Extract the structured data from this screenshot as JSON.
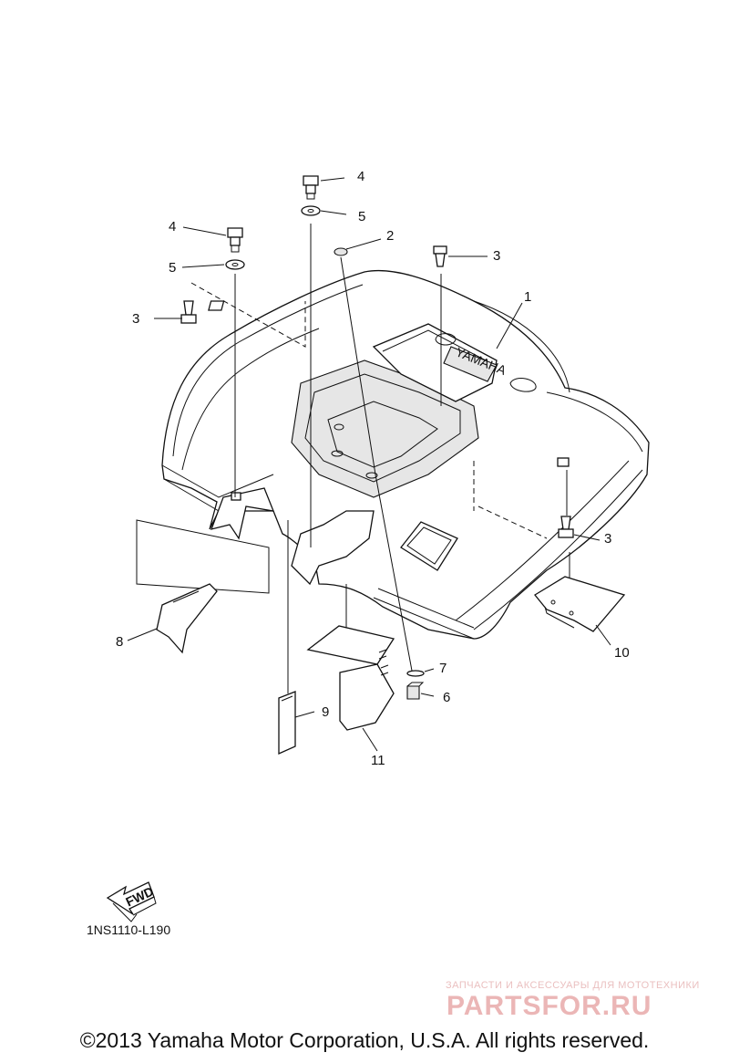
{
  "callouts": {
    "c1": "1",
    "c2": "2",
    "c3a": "3",
    "c3b": "3",
    "c3c": "3",
    "c4a": "4",
    "c4b": "4",
    "c5a": "5",
    "c5b": "5",
    "c6": "6",
    "c7": "7",
    "c8": "8",
    "c9": "9",
    "c10": "10",
    "c11": "11"
  },
  "fwd_label": "FWD",
  "emblem_text": "YAMAHA",
  "diagram_code": "1NS1110-L190",
  "watermark": {
    "line1": "ЗАПЧАСТИ И АКСЕССУАРЫ ДЛЯ МОТОТЕХНИКИ",
    "line2": "PARTSFOR.RU"
  },
  "copyright": "©2013 Yamaha Motor Corporation, U.S.A. All rights reserved."
}
